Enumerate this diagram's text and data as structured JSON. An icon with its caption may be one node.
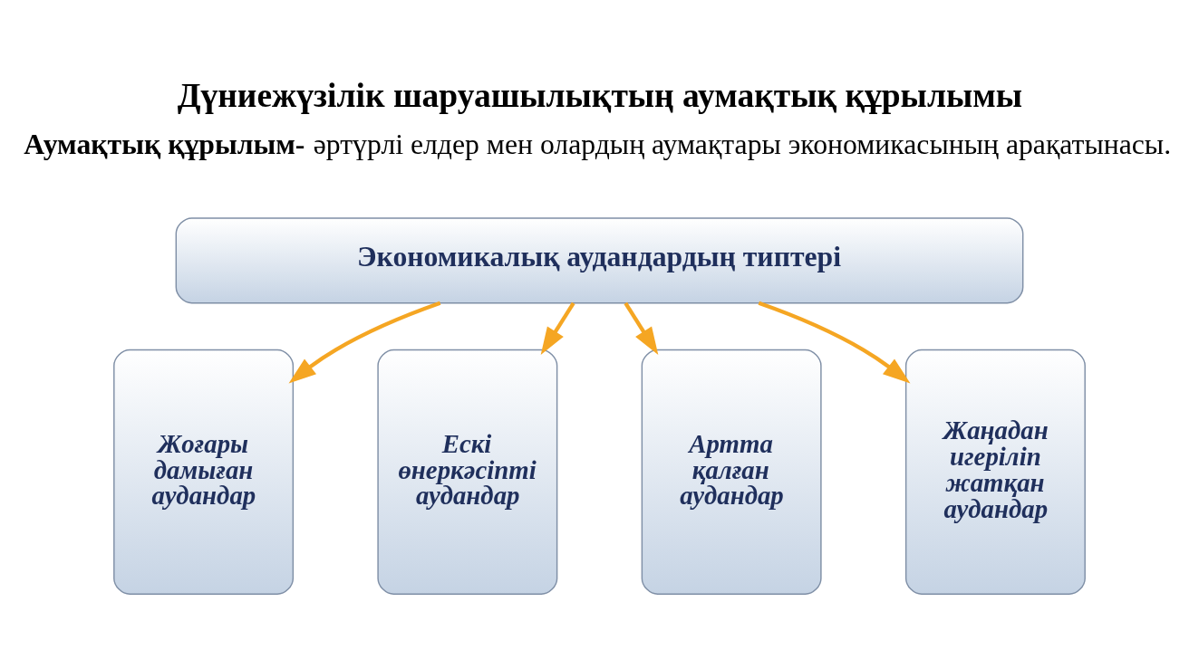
{
  "diagram": {
    "title": "Дүниежүзілік шаруашылықтың аумақтық құрылымы",
    "nodes": [
      {
        "text": [
          "Экономикалық аудандардың типтері"
        ]
      },
      {
        "text": [
          "Жоғары дамыған аудандар"
        ]
      },
      {
        "text": [
          "Ескі өнеркәсіпті аудандар"
        ]
      },
      {
        "text": [
          "Артта қалған аудандар"
        ]
      },
      {
        "text": [
          "Жаңадан игеріліп жатқан аудандар"
        ]
      }
    ],
    "edges": [
      {
        "from": 0,
        "to": 1,
        "arrow": "to"
      },
      {
        "from": 0,
        "to": 2,
        "arrow": "to"
      },
      {
        "from": 0,
        "to": 3,
        "arrow": "to"
      },
      {
        "from": 0,
        "to": 4,
        "arrow": "to"
      }
    ],
    "labels": [
      "**Аумақтық құрылым-** әртүрлі елдер мен олардың аумақтары экономикасының арақатынасы."
    ]
  }
}
